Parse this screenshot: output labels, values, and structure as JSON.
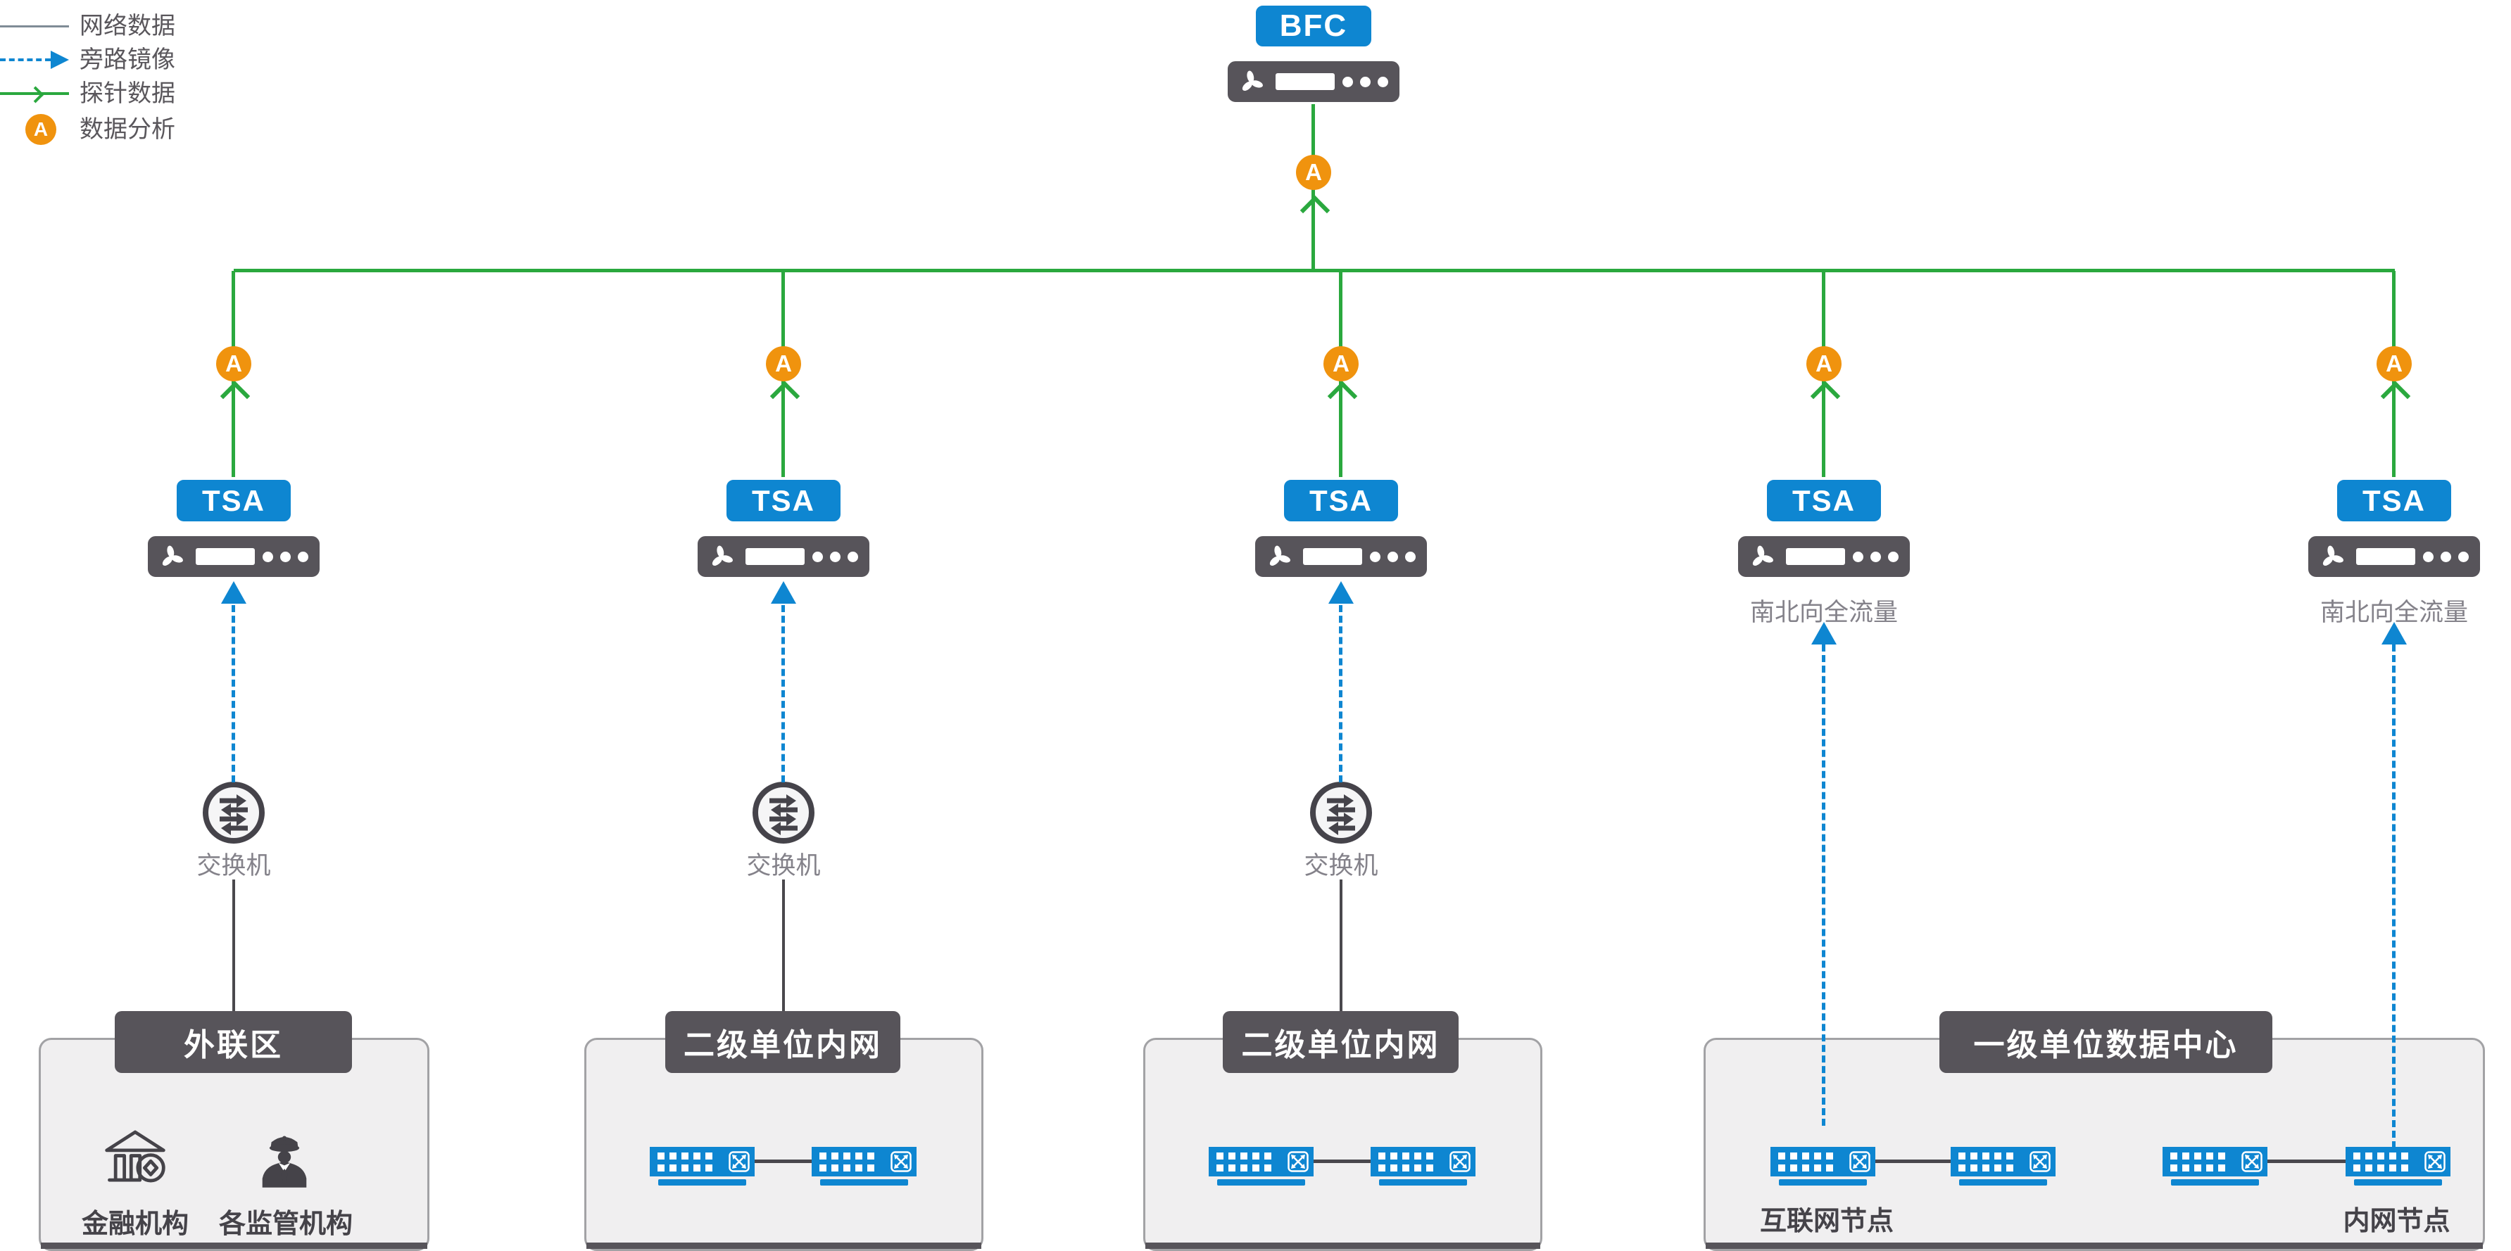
{
  "legend": {
    "badge_letter": "A",
    "items": [
      {
        "label": "网络数据",
        "symbol": "gray-line"
      },
      {
        "label": "旁路镜像",
        "symbol": "blue-dashed-arrow"
      },
      {
        "label": "探针数据",
        "symbol": "green-arrow-line"
      },
      {
        "label": "数据分析",
        "symbol": "orange-a-badge"
      }
    ]
  },
  "bfc": {
    "label": "BFC",
    "badge": "A"
  },
  "branches": [
    {
      "tsa_label": "TSA",
      "badge": "A",
      "sub": {
        "kind": "switch",
        "label": "交换机"
      }
    },
    {
      "tsa_label": "TSA",
      "badge": "A",
      "sub": {
        "kind": "switch",
        "label": "交换机"
      }
    },
    {
      "tsa_label": "TSA",
      "badge": "A",
      "sub": {
        "kind": "switch",
        "label": "交换机"
      }
    },
    {
      "tsa_label": "TSA",
      "badge": "A",
      "sub": {
        "kind": "mirror",
        "label": "南北向全流量"
      }
    },
    {
      "tsa_label": "TSA",
      "badge": "A",
      "sub": {
        "kind": "mirror",
        "label": "南北向全流量"
      }
    }
  ],
  "zones": [
    {
      "title": "外联区",
      "items": [
        {
          "label": "金融机构",
          "icon": "bank"
        },
        {
          "label": "各监管机构",
          "icon": "officer"
        }
      ]
    },
    {
      "title": "二级单位内网",
      "devices": 2
    },
    {
      "title": "二级单位内网",
      "devices": 2
    },
    {
      "title": "一级单位数据中心",
      "devices": 4,
      "node_labels": [
        "互联网节点",
        "内网节点"
      ]
    }
  ],
  "colors": {
    "accent_blue": "#0e86d1",
    "probe_green": "#2aa83e",
    "analysis_orange": "#f0930e",
    "device_dark": "#57545a",
    "zone_bg": "#f0eff0",
    "gray_label": "#84828a",
    "network_line": "#7f8c96"
  }
}
